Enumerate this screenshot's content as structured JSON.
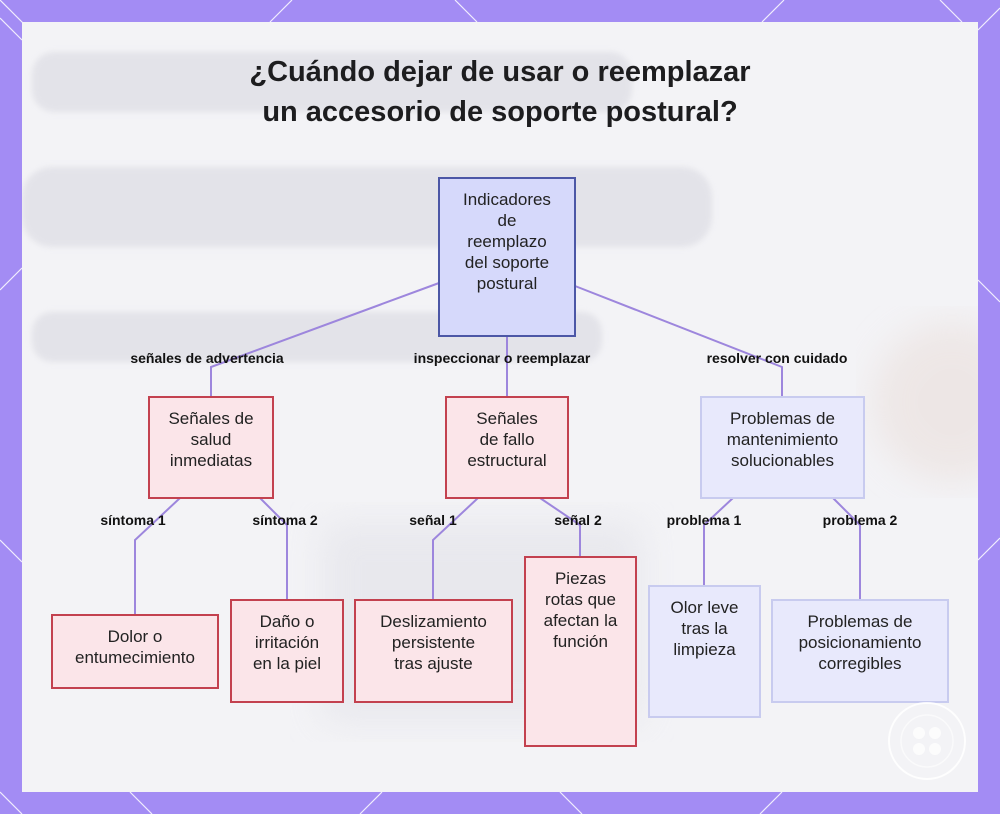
{
  "title": {
    "line1": "¿Cuándo dejar de usar o reemplazar",
    "line2": "un accesorio de soporte postural?"
  },
  "nodes": {
    "root": [
      "Indicadores",
      "de",
      "reemplazo",
      "del soporte",
      "postural"
    ],
    "salud": [
      "Señales de",
      "salud",
      "inmediatas"
    ],
    "fallo": [
      "Señales",
      "de fallo",
      "estructural"
    ],
    "mant": [
      "Problemas de",
      "mantenimiento",
      "solucionables"
    ],
    "dolor": [
      "Dolor o",
      "entumecimiento"
    ],
    "piel": [
      "Daño o",
      "irritación",
      "en la piel"
    ],
    "desliz": [
      "Deslizamiento",
      "persistente",
      "tras ajuste"
    ],
    "piezas": [
      "Piezas",
      "rotas que",
      "afectan la",
      "función"
    ],
    "olor": [
      "Olor leve",
      "tras la",
      "limpieza"
    ],
    "posic": [
      "Problemas de",
      "posicionamiento",
      "corregibles"
    ]
  },
  "edges": {
    "advertencia": "señales de advertencia",
    "inspeccionar": "inspeccionar o reemplazar",
    "resolver": "resolver con cuidado",
    "sintoma1": "síntoma 1",
    "sintoma2": "síntoma 2",
    "senal1": "señal 1",
    "senal2": "señal 2",
    "problema1": "problema 1",
    "problema2": "problema 2"
  },
  "colors": {
    "frame": "#a38cf4",
    "root_fill": "#d6d9fb",
    "root_border": "#4c57a6",
    "warning_fill": "#fbe5e9",
    "warning_border": "#c3414f",
    "maintenance_fill": "#e8e9fc",
    "maintenance_border": "#c8cbef",
    "connector": "#9d86dd"
  }
}
